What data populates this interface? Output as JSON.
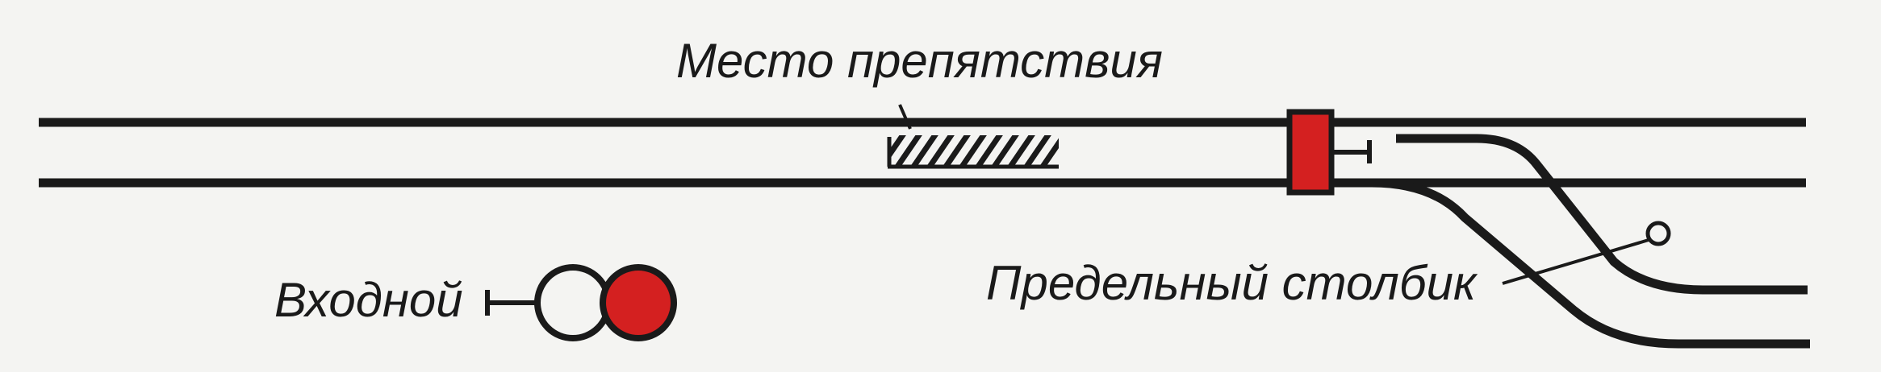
{
  "labels": {
    "obstacle_place": "Место препятствия",
    "entry_signal": "Входной",
    "clearance_post": "Предельный столбик"
  },
  "colors": {
    "background": "#f4f4f2",
    "line": "#1a1a1a",
    "signal_red": "#d42020"
  }
}
